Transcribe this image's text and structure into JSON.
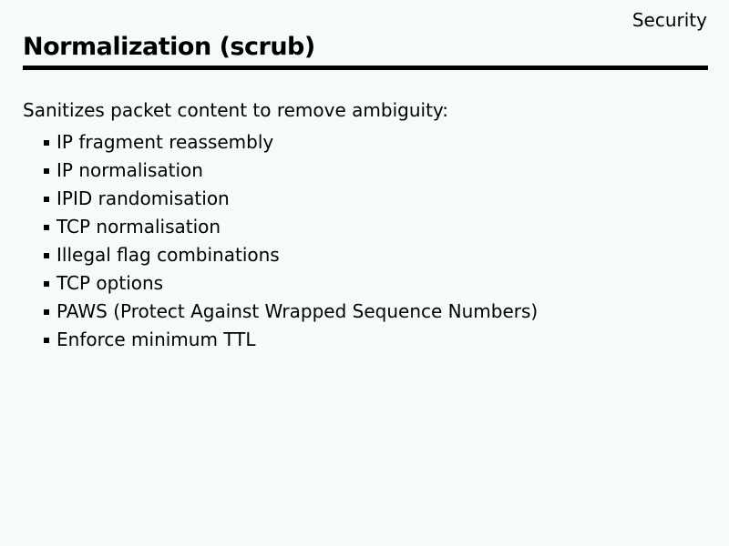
{
  "slide": {
    "corner_label": "Security",
    "title": "Normalization (scrub)",
    "intro": "Sanitizes packet content to remove ambiguity:",
    "bullets": [
      "IP fragment reassembly",
      "IP normalisation",
      "IPID randomisation",
      "TCP normalisation",
      "Illegal flag combinations",
      "TCP options",
      "PAWS (Protect Against Wrapped Sequence Numbers)",
      "Enforce minimum TTL"
    ],
    "colors": {
      "background": "#f5fbf6",
      "text": "#000000",
      "rule": "#000000"
    }
  }
}
